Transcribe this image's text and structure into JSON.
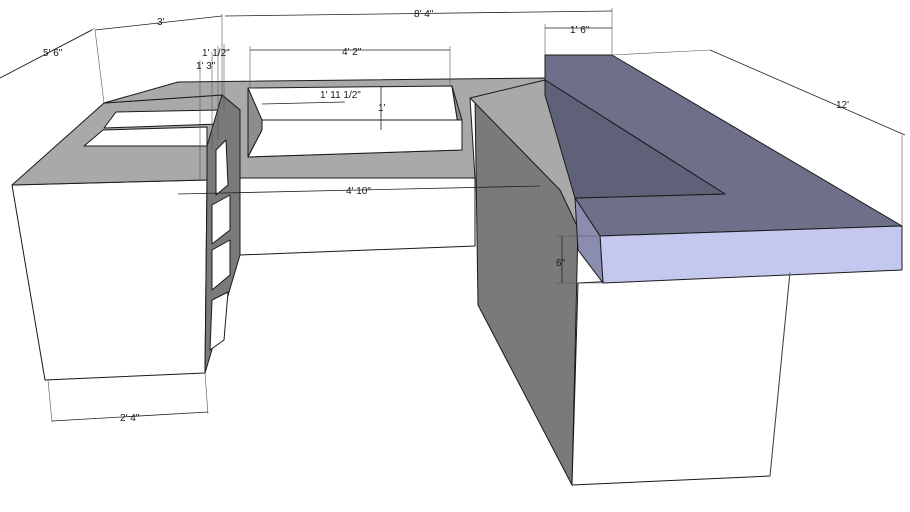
{
  "colors": {
    "background": "#ffffff",
    "top_surface": "#a9a9a9",
    "front_face": "#ffffff",
    "side_face_dark": "#7a7a7a",
    "side_face_mid": "#8d8d8d",
    "bar_top": "#6e7089",
    "bar_front": "#c5c8ee",
    "bar_side": "#8a8db0"
  },
  "dimensions": {
    "left_depth": "5' 6\"",
    "left_width": "3'",
    "top_overall": "8' 4\"",
    "bar_depth": "1' 6\"",
    "bar_length": "12'",
    "opening_width": "4' 2\"",
    "small_a": "1' 1/2\"",
    "small_b": "1' 3\"",
    "opening_depth": "1' 11 1/2\"",
    "opening_height": "1'",
    "lower_width": "4' 10\"",
    "bar_thickness": "6\"",
    "bottom_width": "2' 4\""
  }
}
